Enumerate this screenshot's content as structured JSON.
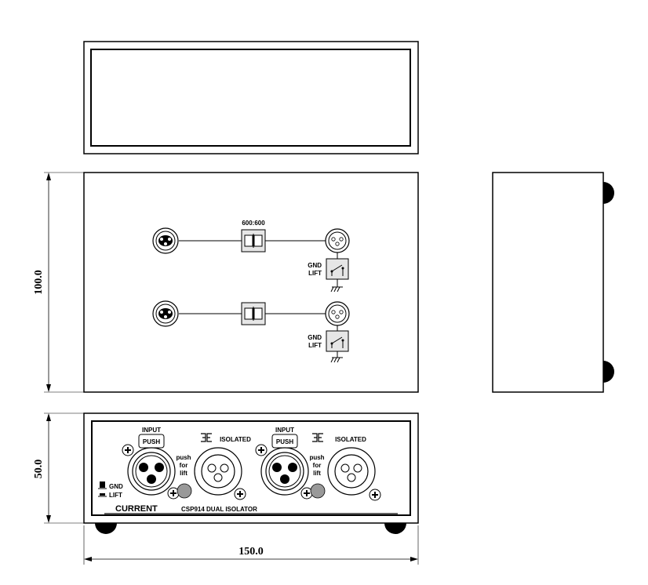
{
  "dimensions": {
    "width": "150.0",
    "height_front": "100.0",
    "height_rear": "50.0"
  },
  "front_panel": {
    "transformer_label": "600:600",
    "gnd_lift_line1": "GND",
    "gnd_lift_line2": "LIFT"
  },
  "rear_panel": {
    "input_label": "INPUT",
    "push_label": "PUSH",
    "isolated_label": "ISOLATED",
    "push_for_lift": [
      "push",
      "for",
      "lift"
    ],
    "legend_gnd": "GND",
    "legend_lift": "LIFT",
    "brand": "CURRENT",
    "model": "CSP914 DUAL ISOLATOR"
  },
  "colors": {
    "line": "#000000",
    "fill_light": "#e6e6e6",
    "led_gray": "#999999"
  }
}
